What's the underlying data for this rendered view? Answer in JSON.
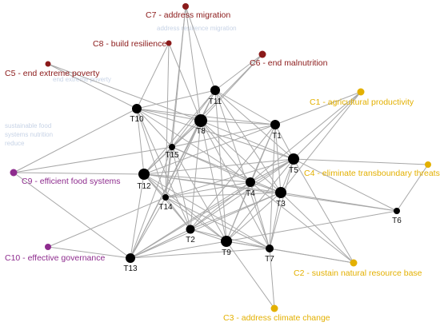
{
  "colors": {
    "background": "#ffffff",
    "edge": "#a8a8a8",
    "topic_node": "#000000",
    "red_group": "#8b1a1a",
    "gold_group": "#e3b000",
    "purple_group": "#8e2c8e",
    "ghost_text": "#c7d3e6"
  },
  "topic_nodes": [
    {
      "id": "T1",
      "label": "T1"
    },
    {
      "id": "T2",
      "label": "T2"
    },
    {
      "id": "T3",
      "label": "T3"
    },
    {
      "id": "T4",
      "label": "T4"
    },
    {
      "id": "T5",
      "label": "T5"
    },
    {
      "id": "T6",
      "label": "T6"
    },
    {
      "id": "T7",
      "label": "T7"
    },
    {
      "id": "T8",
      "label": "T8"
    },
    {
      "id": "T9",
      "label": "T9"
    },
    {
      "id": "T10",
      "label": "T10"
    },
    {
      "id": "T11",
      "label": "T11"
    },
    {
      "id": "T12",
      "label": "T12"
    },
    {
      "id": "T13",
      "label": "T13"
    },
    {
      "id": "T14",
      "label": "T14"
    },
    {
      "id": "T15",
      "label": "T15"
    }
  ],
  "challenge_nodes": [
    {
      "id": "C1",
      "label": "C1 - agricultural productivity",
      "group": "gold"
    },
    {
      "id": "C2",
      "label": "C2 - sustain natural resource base",
      "group": "gold"
    },
    {
      "id": "C3",
      "label": "C3 - address climate change",
      "group": "gold"
    },
    {
      "id": "C4",
      "label": "C4 - eliminate transboundary threats",
      "group": "gold"
    },
    {
      "id": "C5",
      "label": "C5 - end extreme poverty",
      "group": "red"
    },
    {
      "id": "C6",
      "label": "C6 - end malnutrition",
      "group": "red"
    },
    {
      "id": "C7",
      "label": "C7 - address migration",
      "group": "red"
    },
    {
      "id": "C8",
      "label": "C8 - build resilience",
      "group": "red"
    },
    {
      "id": "C9",
      "label": "C9 - efficient food systems",
      "group": "purple"
    },
    {
      "id": "C10",
      "label": "C10 - effective governance",
      "group": "purple"
    }
  ],
  "ghost_text": [
    "address resilience migration",
    "end extreme poverty",
    "sustainable food",
    "systems nutrition",
    "reduce"
  ]
}
